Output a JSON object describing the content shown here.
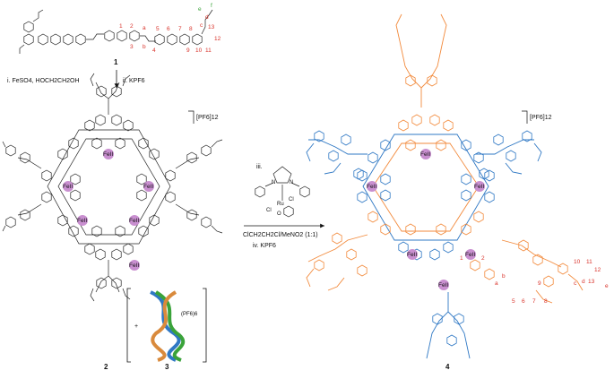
{
  "compounds": {
    "ligand": "1",
    "helicate": "2",
    "braid": "3",
    "product": "4"
  },
  "steps": {
    "step_i": "i. FeSO4, HOCH2CH2OH",
    "step_ii": "ii. KPF6",
    "step_iii": "iii.",
    "solvent": "ClCH2CH2Cl/MeNO2 (1:1)",
    "step_iv": "iv. KPF6"
  },
  "counterions": {
    "helicate": "[PF6]12",
    "product": "[PF6]12",
    "braid": "(PF6)6",
    "plus": "+"
  },
  "metal_label": "FeII",
  "catalyst_labels": {
    "ru": "Ru",
    "cl1": "Cl",
    "cl2": "Cl",
    "n1": "N",
    "n2": "N",
    "o": "O"
  },
  "ligand_numbers_red": [
    "1",
    "2",
    "3",
    "4",
    "5",
    "6",
    "7",
    "8",
    "9",
    "10",
    "11",
    "12",
    "13"
  ],
  "ligand_letters_red": [
    "a",
    "b",
    "c",
    "d"
  ],
  "ligand_letters_green": [
    "e",
    "f"
  ],
  "product_numbers": [
    "1",
    "2",
    "5",
    "6",
    "7",
    "8",
    "9",
    "10",
    "11",
    "12",
    "13"
  ],
  "product_letters": [
    "a",
    "b",
    "c",
    "d",
    "e"
  ],
  "colors": {
    "blue": "#2f78c4",
    "orange": "#f28a3c",
    "metal": "#c98fd0",
    "red_label": "#d9332b",
    "green_label": "#3aa33a",
    "ink": "#111111"
  }
}
